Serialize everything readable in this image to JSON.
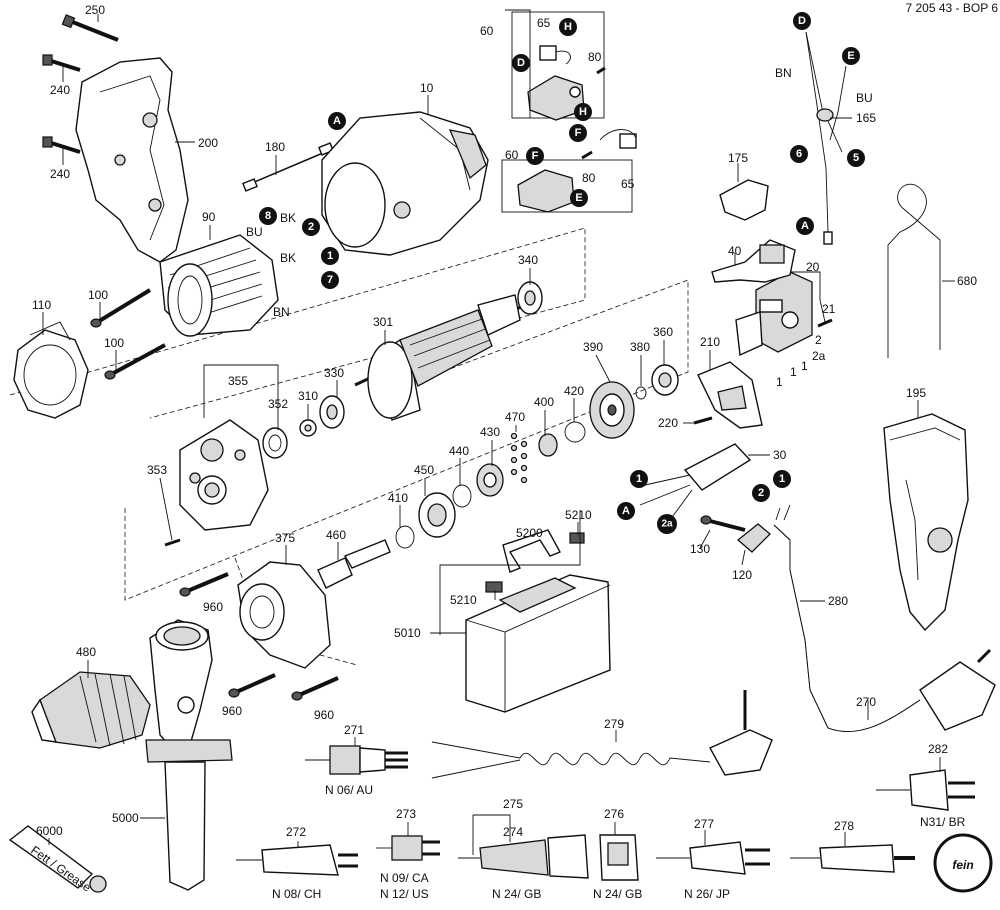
{
  "document_id": "7 205 43 - BOP 6",
  "logo_text": "fein",
  "part_numbers": {
    "p250": "250",
    "p240a": "240",
    "p240b": "240",
    "p200": "200",
    "p90": "90",
    "p110": "110",
    "p100a": "100",
    "p100b": "100",
    "p180": "180",
    "p10": "10",
    "p340": "340",
    "p301": "301",
    "p330": "330",
    "p310": "310",
    "p352": "352",
    "p355": "355",
    "p353": "353",
    "p375": "375",
    "p460": "460",
    "p960a": "960",
    "p960b": "960",
    "p960c": "960",
    "p480": "480",
    "p5000": "5000",
    "p6000": "6000",
    "p410": "410",
    "p450": "450",
    "p440": "440",
    "p430": "430",
    "p470": "470",
    "p400": "400",
    "p420": "420",
    "p390": "390",
    "p380": "380",
    "p360": "360",
    "p5200": "5200",
    "p5210a": "5210",
    "p5210b": "5210",
    "p5010": "5010",
    "p60a": "60",
    "p65a": "65",
    "p80a": "80",
    "p60b": "60",
    "p80b": "80",
    "p65b": "65",
    "p175": "175",
    "p40": "40",
    "p20": "20",
    "p21": "21",
    "p1a": "1",
    "p1b": "1",
    "p1c": "1",
    "p2": "2",
    "p2a": "2a",
    "p210": "210",
    "p220": "220",
    "p30": "30",
    "p130": "130",
    "p120": "120",
    "p280": "280",
    "p270": "270",
    "p195": "195",
    "p680": "680",
    "p165": "165",
    "p271": "271",
    "p279": "279",
    "p282": "282",
    "p272": "272",
    "p273": "273",
    "p275": "275",
    "p274": "274",
    "p276": "276",
    "p277": "277",
    "p278": "278"
  },
  "wire_labels": {
    "bu_motor": "BU",
    "bk_top": "BK",
    "bk_mid": "BK",
    "bn_motor": "BN",
    "bn_switch": "BN",
    "bu_switch": "BU"
  },
  "callouts": {
    "A1": "A",
    "A2": "A",
    "A3": "A",
    "D1": "D",
    "D2": "D",
    "E1": "E",
    "E2": "E",
    "F1": "F",
    "F2": "F",
    "H1": "H",
    "H2": "H",
    "n8": "8",
    "n2a": "2",
    "n1a": "1",
    "n7": "7",
    "n6": "6",
    "n5": "5",
    "n1b": "1",
    "n2b": "2",
    "n1c": "1",
    "n2a_circ": "2a"
  },
  "plug_regions": {
    "r271": "N 06/ AU",
    "r272": "N 08/ CH",
    "r273a": "N 09/ CA",
    "r273b": "N 12/ US",
    "r274": "N 24/ GB",
    "r276": "N 24/ GB",
    "r277": "N 26/ JP",
    "r282": "N31/ BR"
  },
  "grease_label": "Fett / Grease"
}
